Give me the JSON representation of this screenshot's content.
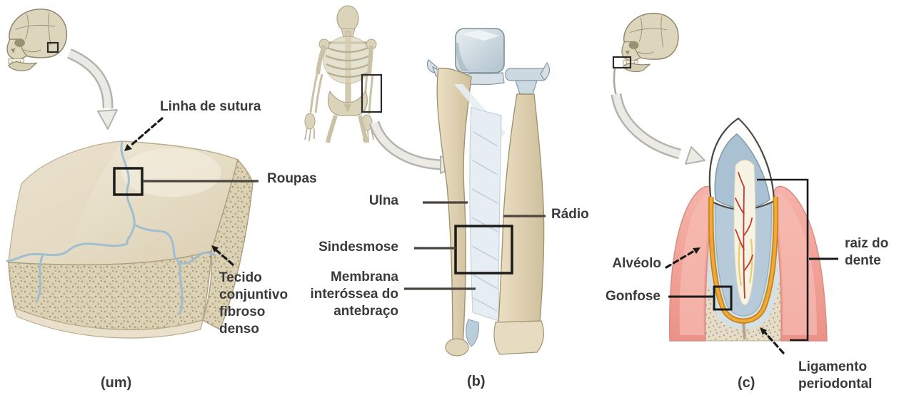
{
  "figure": {
    "panel_a": {
      "caption": "(um)",
      "suture_line_label": "Linha de sutura",
      "suture_label": "Roupas",
      "fibrous_tissue_label": "Tecido conjuntivo fibroso denso"
    },
    "panel_b": {
      "caption": "(b)",
      "ulna_label": "Ulna",
      "radius_label": "Rádio",
      "syndesmosis_label": "Sindesmose",
      "membrane_label": "Membrana interóssea do antebraço"
    },
    "panel_c": {
      "caption": "(c)",
      "socket_label": "Alvéolo",
      "gomphosis_label": "Gonfose",
      "tooth_root_label": "raiz do dente",
      "periodontal_ligament_label": "Ligamento periodontal"
    }
  },
  "colors": {
    "label_text": "#3a3a3a",
    "marker_black": "#1b1b1b",
    "leader_line": "#4a453e",
    "suture_blue": "#9cbdd1",
    "bone_beige": "#e6dcc2",
    "spongy_bone": "#dcd2b6",
    "cartilage_blue_gray": "#cdd9e0",
    "membrane_blue_white": "#e7eef3",
    "gum_pink": "#f2a59c",
    "dentin_blue": "#aec4d6",
    "ligament_orange": "#e2941f",
    "pulp_vessel_red": "#c03a2b",
    "zoom_arrow_gray": "#eceae5"
  }
}
